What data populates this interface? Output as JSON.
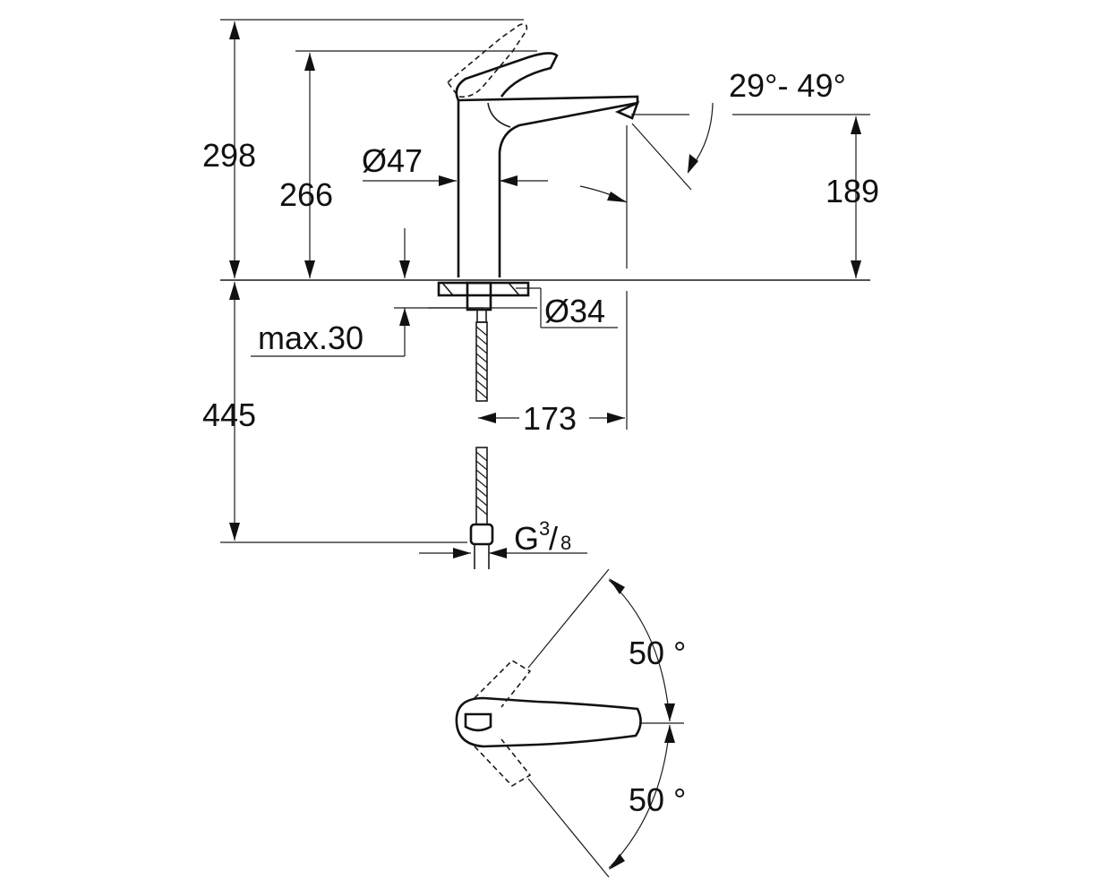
{
  "dimensions": {
    "total_height": "298",
    "spout_height": "266",
    "body_diameter": "Ø47",
    "outlet_height": "189",
    "outlet_angle": "29°- 49°",
    "max_deck": "max.30",
    "hole_diameter": "Ø34",
    "hose_length": "445",
    "spout_reach": "173",
    "connection": "G",
    "connection_num": "3",
    "connection_den": "8",
    "rotation_up": "50 °",
    "rotation_down": "50 °"
  },
  "colors": {
    "line": "#1a1a1a",
    "background": "#ffffff"
  }
}
